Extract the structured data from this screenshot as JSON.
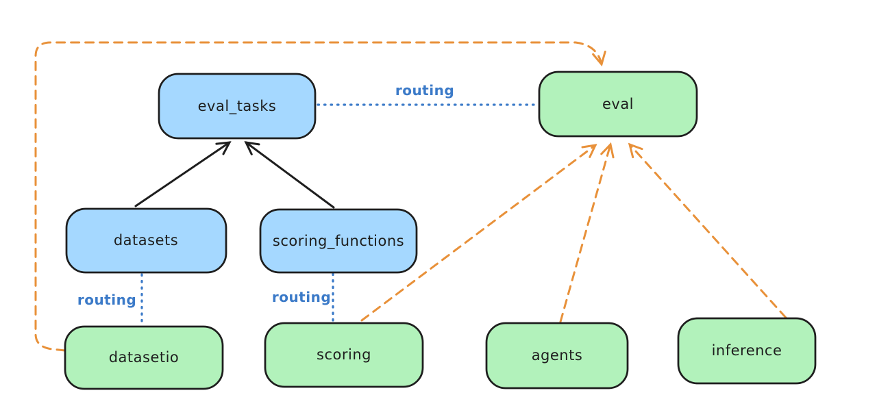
{
  "diagram": {
    "description": "Hand-drawn style architecture diagram showing registries (blue) routing to API providers (green)",
    "colors": {
      "background": "#ffffff",
      "blue_node_fill": "#a5d8ff",
      "green_node_fill": "#b2f2bb",
      "node_border": "#1e1e1e",
      "routing_blue": "#3b7ac8",
      "orange_dashed": "#e8913a",
      "black_arrow": "#1e1e1e"
    },
    "nodes": [
      {
        "id": "eval_tasks",
        "label": "eval_tasks",
        "color": "blue"
      },
      {
        "id": "eval",
        "label": "eval",
        "color": "green"
      },
      {
        "id": "datasets",
        "label": "datasets",
        "color": "blue"
      },
      {
        "id": "scoring_functions",
        "label": "scoring_functions",
        "color": "blue"
      },
      {
        "id": "datasetio",
        "label": "datasetio",
        "color": "green"
      },
      {
        "id": "scoring",
        "label": "scoring",
        "color": "green"
      },
      {
        "id": "agents",
        "label": "agents",
        "color": "green"
      },
      {
        "id": "inference",
        "label": "inference",
        "color": "green"
      }
    ],
    "edge_labels": [
      {
        "id": "routing-eval_tasks-eval",
        "text": "routing"
      },
      {
        "id": "routing-datasets-datasetio",
        "text": "routing"
      },
      {
        "id": "routing-scoring_functions-scoring",
        "text": "routing"
      }
    ],
    "edges": [
      {
        "from": "datasets",
        "to": "eval_tasks",
        "style": "solid-black-arrow"
      },
      {
        "from": "scoring_functions",
        "to": "eval_tasks",
        "style": "solid-black-arrow"
      },
      {
        "from": "eval_tasks",
        "to": "eval",
        "style": "dotted-blue",
        "label": "routing"
      },
      {
        "from": "datasets",
        "to": "datasetio",
        "style": "dotted-blue",
        "label": "routing"
      },
      {
        "from": "scoring_functions",
        "to": "scoring",
        "style": "dotted-blue",
        "label": "routing"
      },
      {
        "from": "datasetio",
        "to": "eval",
        "style": "dashed-orange-arrow"
      },
      {
        "from": "scoring",
        "to": "eval",
        "style": "dashed-orange-arrow"
      },
      {
        "from": "agents",
        "to": "eval",
        "style": "dashed-orange-arrow"
      },
      {
        "from": "inference",
        "to": "eval",
        "style": "dashed-orange-arrow"
      }
    ]
  }
}
